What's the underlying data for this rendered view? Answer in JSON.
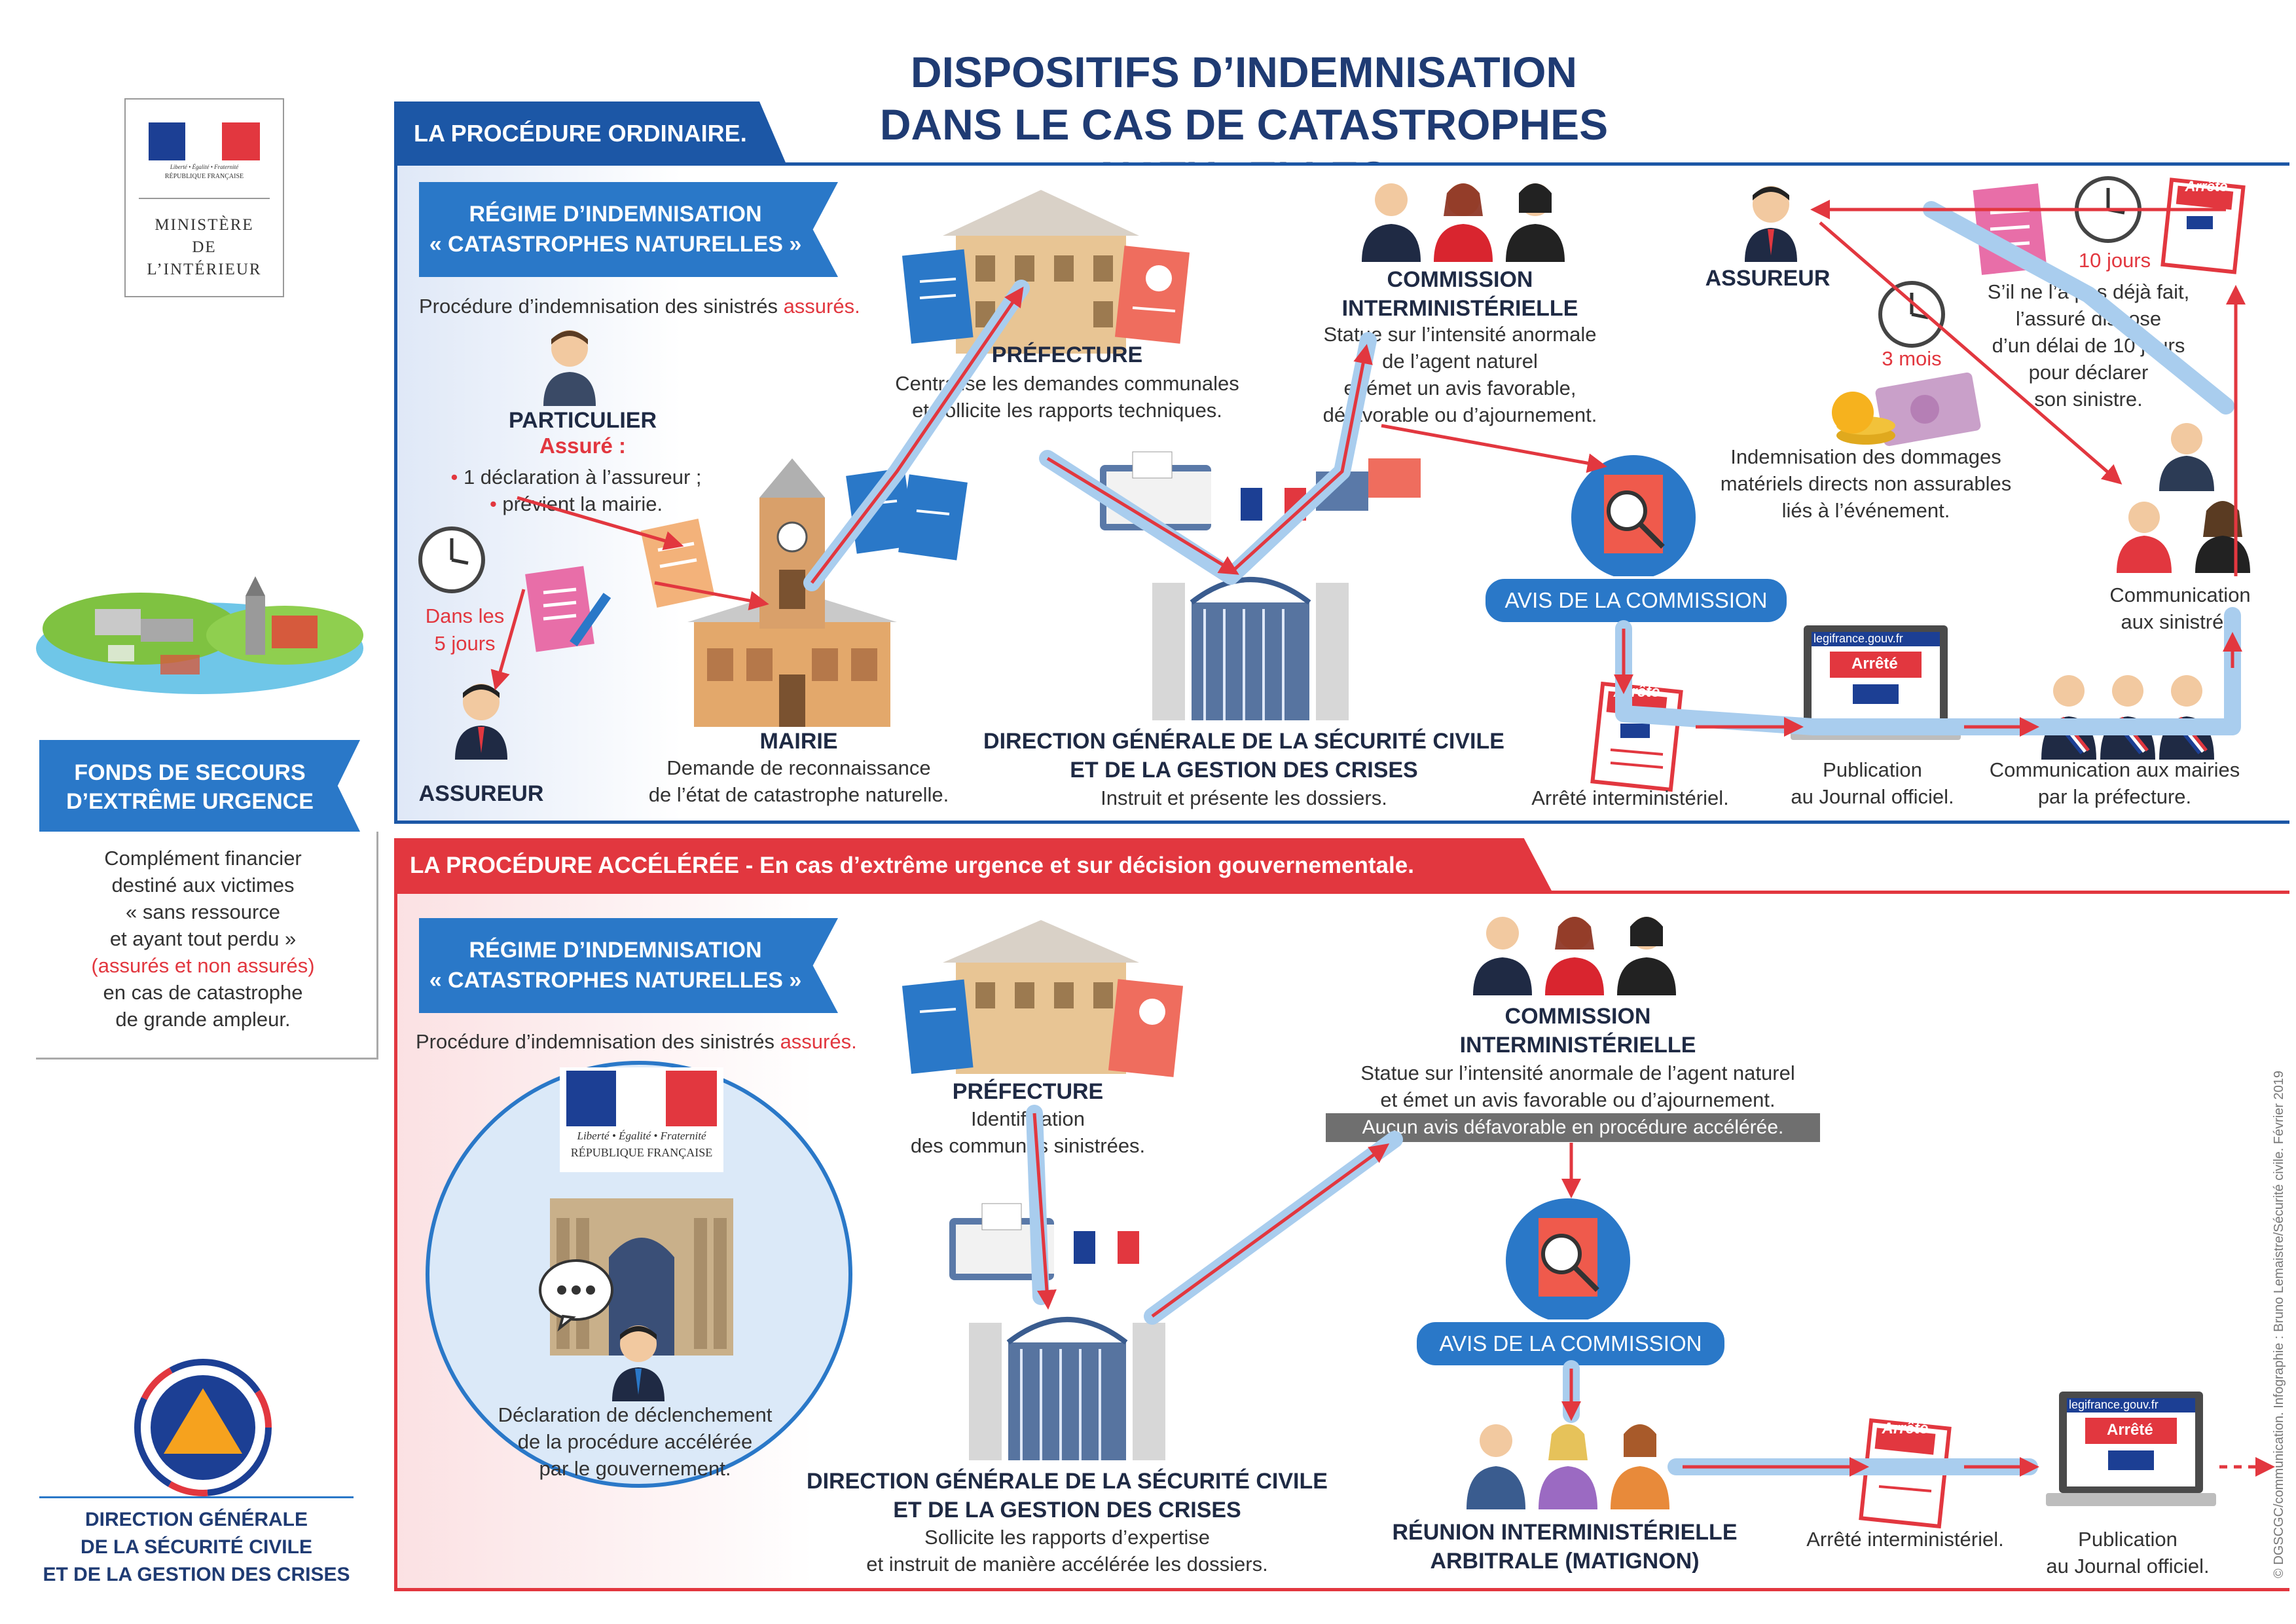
{
  "title": {
    "line1": "DISPOSITIFS D’INDEMNISATION",
    "line2": "DANS LE CAS DE CATASTROPHES NATURELLES"
  },
  "left": {
    "ministere": [
      "MINISTÈRE",
      "DE",
      "L’INTÉRIEUR"
    ],
    "rf_motto": "Liberté • Égalité • Fraternité",
    "rf_name": "RÉPUBLIQUE FRANÇAISE",
    "fonds_title": [
      "FONDS DE SECOURS",
      "D’EXTRÊME URGENCE"
    ],
    "fonds_text1": [
      "Complément financier",
      "destiné aux victimes",
      "« sans ressource",
      "et ayant tout perdu »"
    ],
    "fonds_text_red": "(assurés et non assurés)",
    "fonds_text2": [
      "en cas de catastrophe",
      "de grande ampleur."
    ],
    "dgscgc": [
      "DIRECTION GÉNÉRALE",
      "DE LA SÉCURITÉ CIVILE",
      "ET DE LA GESTION DES CRISES"
    ]
  },
  "ordinaire": {
    "tab": "LA PROCÉDURE ORDINAIRE.",
    "regime": [
      "RÉGIME D’INDEMNISATION",
      "« CATASTROPHES NATURELLES »"
    ],
    "procedure_prefix": "Procédure d’indemnisation des sinistrés ",
    "procedure_red": "assurés.",
    "particulier": "PARTICULIER",
    "assure": "Assuré :",
    "bullets": [
      "1 déclaration à l’assureur ;",
      "prévient la mairie."
    ],
    "dans_les": [
      "Dans les",
      "5 jours"
    ],
    "assureur_left": "ASSUREUR",
    "mairie": "MAIRIE",
    "mairie_text": [
      "Demande de reconnaissance",
      "de l’état de catastrophe naturelle."
    ],
    "prefecture": "PRÉFECTURE",
    "prefecture_text": [
      "Centralise les demandes communales",
      "et sollicite les rapports techniques."
    ],
    "commission": [
      "COMMISSION",
      "INTERMINISTÉRIELLE"
    ],
    "commission_text": [
      "Statue sur l’intensité anormale",
      "de l’agent naturel",
      "et émet un avis favorable,",
      "défavorable ou d’ajournement."
    ],
    "dgscgc": [
      "DIRECTION GÉNÉRALE DE LA SÉCURITÉ CIVILE",
      "ET DE LA GESTION DES CRISES"
    ],
    "dgscgc_text": "Instruit et présente les dossiers.",
    "avis": "AVIS DE LA COMMISSION",
    "arrete_label": "Arrêté",
    "arrete_text": "Arrêté interministériel.",
    "legifrance": "legifrance.gouv.fr",
    "publication": [
      "Publication",
      "au Journal officiel."
    ],
    "communication_mairies": [
      "Communication aux mairies",
      "par la préfecture."
    ],
    "communication_sinistres": [
      "Communication",
      "aux sinistrés."
    ],
    "assureur_right": "ASSUREUR",
    "trois_mois": "3 mois",
    "indemnisation": [
      "Indemnisation des dommages",
      "matériels directs non assurables",
      "liés à l’événement."
    ],
    "dix_jours": "10 jours",
    "delai_text": [
      "S’il ne l’a pas déjà fait,",
      "l’assuré dispose",
      "d’un délai de 10 jours",
      "pour déclarer",
      "son sinistre."
    ]
  },
  "acceleree": {
    "tab": "LA PROCÉDURE ACCÉLÉRÉE - En cas d’extrême urgence et sur décision gouvernementale.",
    "regime": [
      "RÉGIME D’INDEMNISATION",
      "« CATASTROPHES NATURELLES »"
    ],
    "procedure_prefix": "Procédure d’indemnisation des sinistrés ",
    "procedure_red": "assurés.",
    "rf_motto": "Liberté • Égalité • Fraternité",
    "rf_name": "RÉPUBLIQUE FRANÇAISE",
    "declaration_text": [
      "Déclaration de déclenchement",
      "de la procédure accélérée",
      "par le gouvernement."
    ],
    "prefecture": "PRÉFECTURE",
    "prefecture_text": [
      "Identification",
      "des communes sinistrées."
    ],
    "commission": [
      "COMMISSION",
      "INTERMINISTÉRIELLE"
    ],
    "commission_text": [
      "Statue sur l’intensité anormale de l’agent naturel",
      "et émet un avis favorable ou d’ajournement."
    ],
    "aucun_avis": "Aucun avis défavorable en procédure accélérée.",
    "dgscgc": [
      "DIRECTION GÉNÉRALE DE LA SÉCURITÉ CIVILE",
      "ET DE LA GESTION DES CRISES"
    ],
    "dgscgc_text": [
      "Sollicite les rapports d’expertise",
      "et instruit de manière accélérée les dossiers."
    ],
    "avis": "AVIS DE LA COMMISSION",
    "reunion": [
      "RÉUNION INTERMINISTÉRIELLE",
      "ARBITRALE (MATIGNON)"
    ],
    "arrete_label": "Arrêté",
    "arrete_text": "Arrêté interministériel.",
    "legifrance": "legifrance.gouv.fr",
    "publication": [
      "Publication",
      "au Journal officiel."
    ]
  },
  "credit": "© DGSCGC/communication. Infographie : Bruno Lemaistre/Sécurité civile. Février 2019",
  "colors": {
    "navy": "#1f3b73",
    "blue": "#2a78c8",
    "lightblue": "#a9cdee",
    "red": "#e2373f",
    "tabblue": "#1c57a6"
  }
}
